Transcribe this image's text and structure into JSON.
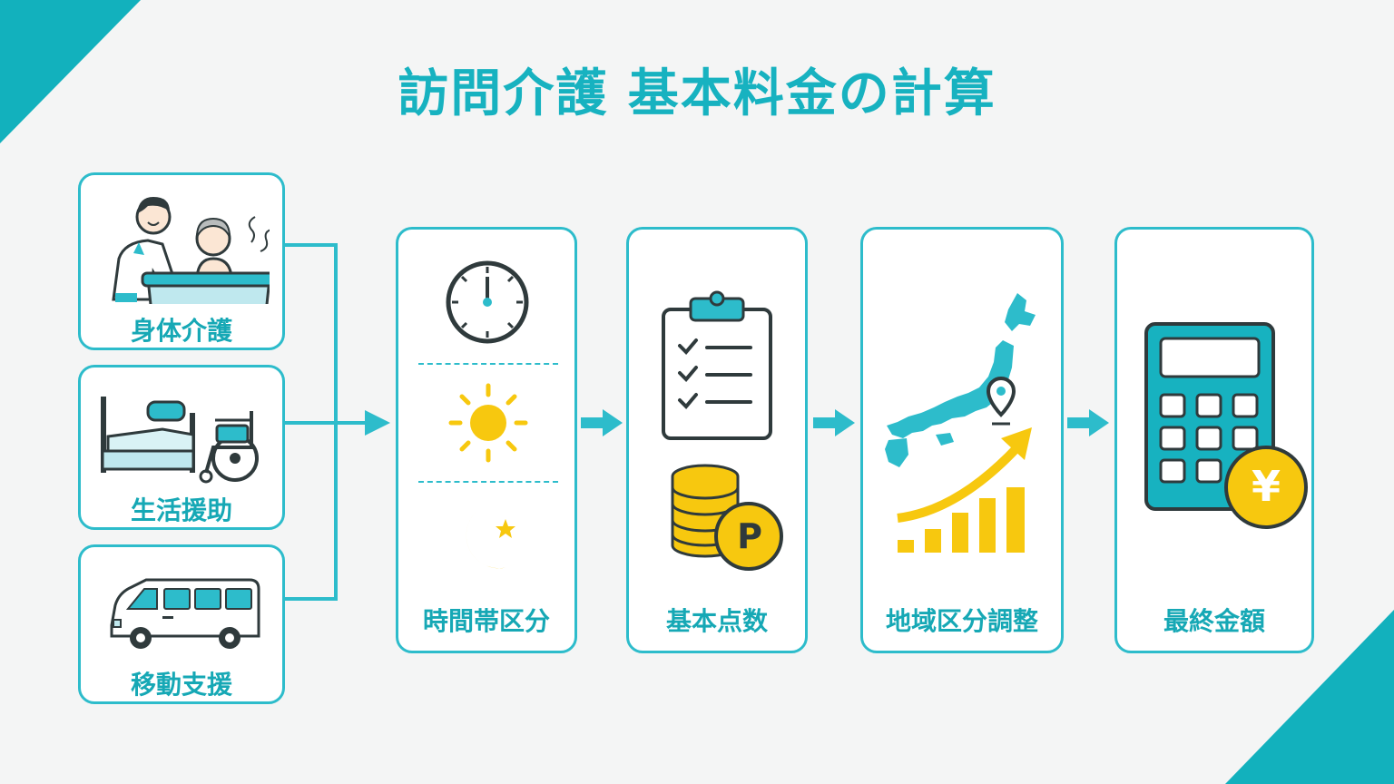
{
  "title": "訪問介護 基本料金の計算",
  "services": [
    {
      "label": "身体介護",
      "icon": "caregiver-bathing-icon"
    },
    {
      "label": "生活援助",
      "icon": "bed-wheelchair-icon"
    },
    {
      "label": "移動支援",
      "icon": "van-icon"
    }
  ],
  "steps": [
    {
      "label": "時間帯区分",
      "icons": [
        "clock-icon",
        "sun-icon",
        "moon-star-icon"
      ]
    },
    {
      "label": "基本点数",
      "icons": [
        "clipboard-checklist-icon",
        "coins-points-icon"
      ],
      "points_badge": "P"
    },
    {
      "label": "地域区分調整",
      "icons": [
        "japan-map-pin-icon",
        "growth-chart-icon"
      ]
    },
    {
      "label": "最終金額",
      "icons": [
        "calculator-icon",
        "yen-coin-icon"
      ],
      "yen_badge": "¥"
    }
  ],
  "colors": {
    "accent": "#2dbccb",
    "title": "#17b2c0",
    "highlight": "#f7c80f",
    "dark": "#2f3a3c"
  }
}
